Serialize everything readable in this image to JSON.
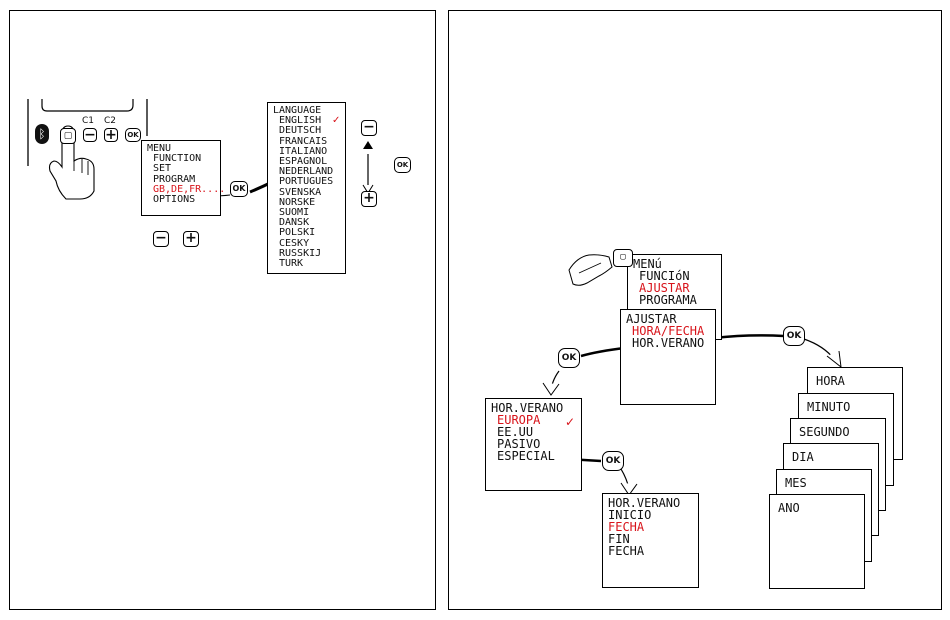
{
  "device": {
    "c1_label": "C1",
    "c2_label": "C2",
    "ok_label": "OK",
    "minus_symbol": "−",
    "plus_symbol": "+"
  },
  "left_menu": {
    "title": "MENU",
    "items": [
      "FUNCTION",
      "SET",
      "PROGRAM",
      "GB,DE,FR....",
      "OPTIONS"
    ],
    "highlight_index": 3
  },
  "language_menu": {
    "title": "LANGUAGE",
    "items": [
      "ENGLISH",
      "DEUTSCH",
      "FRANCAIS",
      "ITALIANO",
      "ESPAGNOL",
      "NEDERLAND",
      "PORTUGUES",
      "SVENSKA",
      "NORSKE",
      "SUOMI",
      "DANSK",
      "POLSKI",
      "CESKY",
      "RUSSKIJ",
      "TURK"
    ],
    "check_mark": "✓"
  },
  "menu_es": {
    "title": "MENú",
    "items": [
      "FUNCIóN",
      "AJUSTAR",
      "PROGRAMA"
    ],
    "highlight_index": 1
  },
  "ajustar_menu": {
    "title": "AJUSTAR",
    "items": [
      "HORA/FECHA",
      "HOR.VERANO"
    ],
    "highlight_index": 0
  },
  "verano_menu": {
    "title": "HOR.VERANO",
    "items": [
      "EUROPA",
      "EE.UU",
      "PASIVO",
      "ESPECIAL"
    ],
    "highlight_index": 0,
    "check_mark": "✓"
  },
  "especial_menu": {
    "title": "HOR.VERANO",
    "lines": [
      "INICIO",
      "FECHA",
      "",
      "FIN",
      "FECHA"
    ],
    "highlight_index": 1
  },
  "date_cards": [
    "HORA",
    "MINUTO",
    "SEGUNDO",
    "DIA",
    "MES",
    "ANO"
  ],
  "colors": {
    "highlight": "#d8141b",
    "line": "#000000"
  }
}
